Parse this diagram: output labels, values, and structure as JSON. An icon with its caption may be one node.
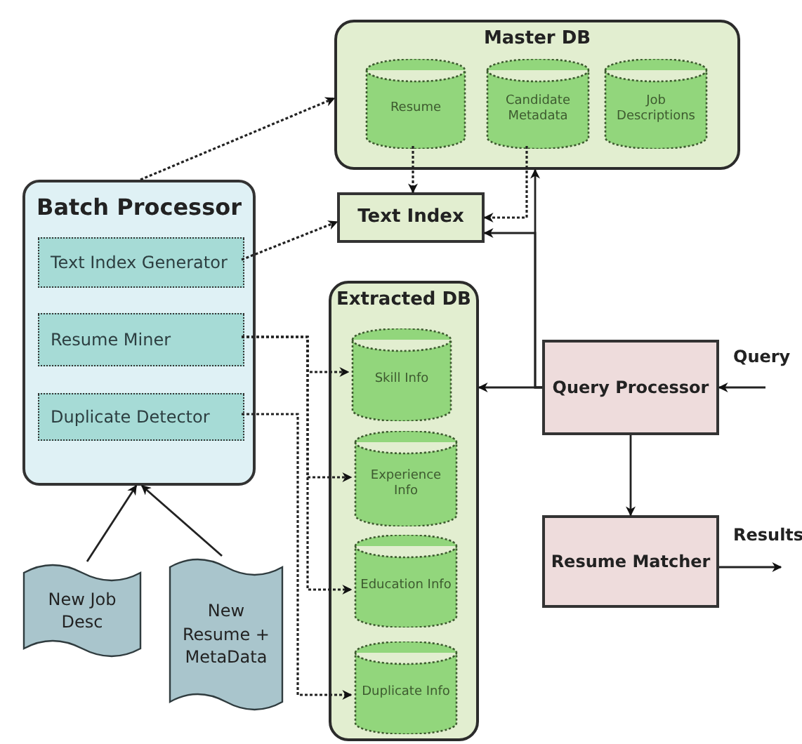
{
  "diagram": {
    "nodes": [
      {
        "text": [
          "Master DB"
        ]
      },
      {
        "text": [
          "Resume"
        ],
        "in": 0
      },
      {
        "text": [
          "Candidate Metadata"
        ],
        "in": 0
      },
      {
        "text": [
          "Job Descriptions"
        ],
        "in": 0
      },
      {
        "text": [
          "Text Index"
        ]
      },
      {
        "text": [
          "Batch Processor"
        ]
      },
      {
        "text": [
          "Text Index Generator"
        ],
        "in": 5
      },
      {
        "text": [
          "Resume Miner"
        ],
        "in": 5
      },
      {
        "text": [
          "Duplicate Detector"
        ],
        "in": 5
      },
      {
        "text": [
          "Extracted DB"
        ]
      },
      {
        "text": [
          "Skill Info"
        ],
        "in": 9
      },
      {
        "text": [
          "Experience Info"
        ],
        "in": 9
      },
      {
        "text": [
          "Education Info"
        ],
        "in": 9
      },
      {
        "text": [
          "Duplicate Info"
        ],
        "in": 9
      },
      {
        "text": [
          "Query Processor"
        ]
      },
      {
        "text": [
          "Resume Matcher"
        ]
      },
      {
        "text": [
          "New Job Desc"
        ]
      },
      {
        "text": [
          "New Resume + MetaData"
        ]
      }
    ],
    "edges": [
      {
        "from": 5,
        "to": 0,
        "arrow": "to",
        "style": "dashed"
      },
      {
        "from": 1,
        "to": 4,
        "arrow": "to",
        "style": "dashed"
      },
      {
        "from": 2,
        "to": 4,
        "arrow": "to",
        "style": "dashed"
      },
      {
        "from": 6,
        "to": 4,
        "arrow": "to",
        "style": "dashed"
      },
      {
        "from": 14,
        "to": 0,
        "arrow": "to"
      },
      {
        "from": 14,
        "to": 4,
        "arrow": "to"
      },
      {
        "from": 14,
        "to": 9,
        "arrow": "to"
      },
      {
        "from": 7,
        "to": 10,
        "arrow": "to",
        "style": "dashed"
      },
      {
        "from": 7,
        "to": 11,
        "arrow": "to",
        "style": "dashed"
      },
      {
        "from": 7,
        "to": 12,
        "arrow": "to",
        "style": "dashed"
      },
      {
        "from": 8,
        "to": 13,
        "arrow": "to",
        "style": "dashed"
      },
      {
        "from": null,
        "to": 14,
        "arrow": "to",
        "label": "Query"
      },
      {
        "from": 14,
        "to": 15,
        "arrow": "to"
      },
      {
        "from": 15,
        "to": null,
        "arrow": "to",
        "label": "Results"
      },
      {
        "from": 16,
        "to": 5,
        "arrow": "to"
      },
      {
        "from": 17,
        "to": 5,
        "arrow": "to"
      }
    ]
  }
}
